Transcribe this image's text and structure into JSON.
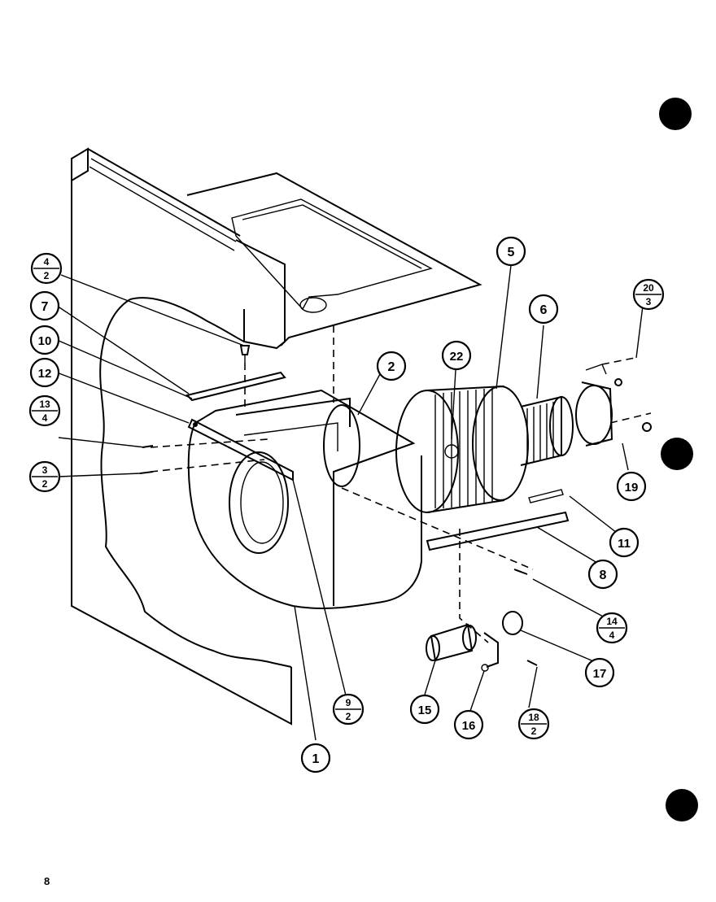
{
  "page": {
    "page_number": "8"
  },
  "callouts": [
    {
      "id": "c1",
      "label": "1"
    },
    {
      "id": "c2",
      "label": "2"
    },
    {
      "id": "c5",
      "label": "5"
    },
    {
      "id": "c6",
      "label": "6"
    },
    {
      "id": "c7",
      "label": "7"
    },
    {
      "id": "c8",
      "label": "8"
    },
    {
      "id": "c10",
      "label": "10"
    },
    {
      "id": "c11",
      "label": "11"
    },
    {
      "id": "c12",
      "label": "12"
    },
    {
      "id": "c15",
      "label": "15"
    },
    {
      "id": "c16",
      "label": "16"
    },
    {
      "id": "c17",
      "label": "17"
    },
    {
      "id": "c19",
      "label": "19"
    },
    {
      "id": "c22",
      "label": "22"
    }
  ],
  "fraction_callouts": [
    {
      "id": "f4_2",
      "top": "4",
      "bottom": "2"
    },
    {
      "id": "f13_4",
      "top": "13",
      "bottom": "4"
    },
    {
      "id": "f3_2",
      "top": "3",
      "bottom": "2"
    },
    {
      "id": "f20_3",
      "top": "20",
      "bottom": "3"
    },
    {
      "id": "f14_4",
      "top": "14",
      "bottom": "4"
    },
    {
      "id": "f9_2",
      "top": "9",
      "bottom": "2"
    },
    {
      "id": "f18_2",
      "top": "18",
      "bottom": "2"
    }
  ]
}
